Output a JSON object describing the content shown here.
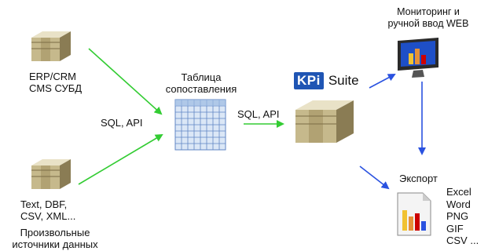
{
  "sources": {
    "erp_line1": "ERP/CRM",
    "erp_line2": "CMS СУБД",
    "files_line1": "Text, DBF,",
    "files_line2": "CSV, XML...",
    "files_caption1": "Произвольные",
    "files_caption2": "источники данных"
  },
  "labels": {
    "sql_api_left": "SQL, API",
    "sql_api_right": "SQL, API"
  },
  "mapping_table": {
    "title_line1": "Таблица",
    "title_line2": "сопоставления"
  },
  "kpi": {
    "brand": "KPi",
    "suite": "Suite"
  },
  "monitoring": {
    "line1": "Мониторинг и",
    "line2": "ручной ввод WEB"
  },
  "export": {
    "title": "Экспорт",
    "formats": [
      "Excel",
      "Word",
      "PNG",
      "GIF",
      "CSV ..."
    ]
  },
  "colors": {
    "green_arrow": "#33cc33",
    "blue_arrow": "#2a52e0",
    "kpi_blue": "#1f55b4",
    "grid_blue": "#8fb0dd"
  }
}
